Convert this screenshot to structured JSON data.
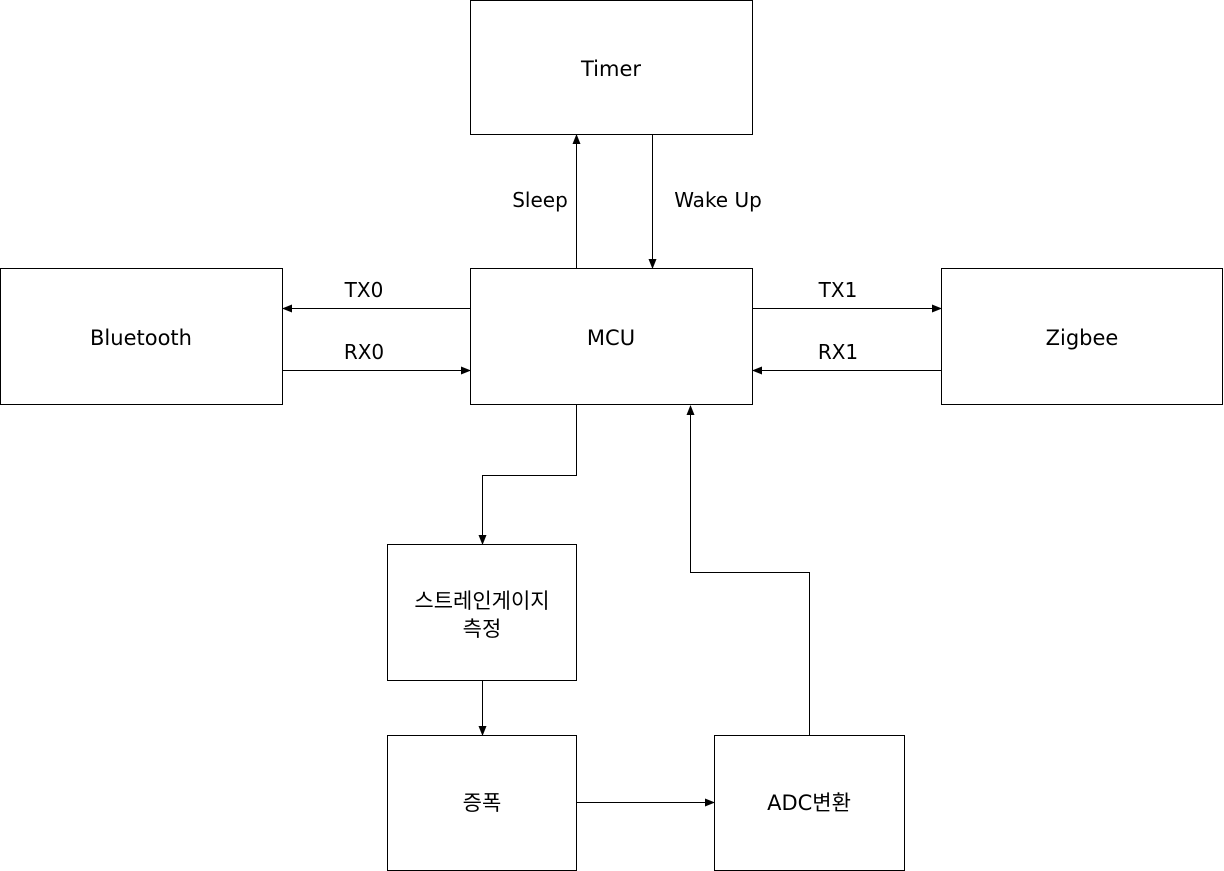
{
  "diagram": {
    "blocks": {
      "timer": "Timer",
      "bluetooth": "Bluetooth",
      "mcu": "MCU",
      "zigbee": "Zigbee",
      "strain_line1": "스트레인게이지",
      "strain_line2": "측정",
      "amplify": "증폭",
      "adc": "ADC변환"
    },
    "edges": {
      "sleep": "Sleep",
      "wake_up": "Wake Up",
      "tx0": "TX0",
      "rx0": "RX0",
      "tx1": "TX1",
      "rx1": "RX1"
    }
  }
}
